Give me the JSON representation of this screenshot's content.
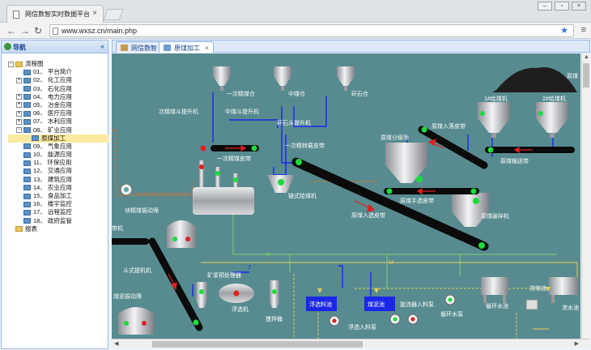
{
  "browser": {
    "tab_title": "网信数智实时数据平台",
    "url": "www.wxsz.cn/main.php"
  },
  "sidebar": {
    "title": "导航",
    "collapse": "«",
    "root": "流程图",
    "items": [
      {
        "label": "01、 平台简介",
        "exp": ""
      },
      {
        "label": "02、 化工应用",
        "exp": "+"
      },
      {
        "label": "03、 石化应用",
        "exp": ""
      },
      {
        "label": "04、 电力应用",
        "exp": "+"
      },
      {
        "label": "05、 冶金应用",
        "exp": "+"
      },
      {
        "label": "06、 医疗应用",
        "exp": "+"
      },
      {
        "label": "07、 水利应用",
        "exp": "+"
      },
      {
        "label": "08、 矿业应用",
        "exp": "-"
      },
      {
        "label": "原煤加工",
        "exp": "",
        "sub": true,
        "selected": true
      },
      {
        "label": "09、 气象应用",
        "exp": ""
      },
      {
        "label": "10、 能源应用",
        "exp": ""
      },
      {
        "label": "11、 环保应用",
        "exp": ""
      },
      {
        "label": "12、 交通应用",
        "exp": ""
      },
      {
        "label": "13、 建筑应用",
        "exp": ""
      },
      {
        "label": "14、 农业应用",
        "exp": ""
      },
      {
        "label": "15、 食品加工",
        "exp": ""
      },
      {
        "label": "16、 楼宇监控",
        "exp": ""
      },
      {
        "label": "17、 远程监控",
        "exp": ""
      },
      {
        "label": "18、 政府监管",
        "exp": ""
      }
    ],
    "report": "报表"
  },
  "main_tabs": [
    {
      "label": "网信数智",
      "active": false
    },
    {
      "label": "原煤加工",
      "active": true
    }
  ],
  "scada": {
    "labels": {
      "coal_pile": "原煤",
      "feeder1": "1#给煤机",
      "feeder2": "2#给煤机",
      "raw_belt_in": "原煤入落皮带",
      "raw_silo": "原煤分级筛",
      "raw_feed_belt": "原煤输送带",
      "hand_select_belt": "原煤手选皮带",
      "raw_crusher": "原煤破碎机",
      "raw_wash_belt": "原煤入选皮带",
      "fine_coal_bin": "一次精煤仓",
      "mid_coal_bin": "中煤仓",
      "gangue_bin": "矸石仓",
      "fine_coal_elevator": "次精煤斗提升机",
      "mid_coal_elevator": "中煤斗提升机",
      "gangue_elevator": "矸石斗提升机",
      "fine_belt": "一次精煤皮带",
      "fine_convert_belt": "一次精转载皮带",
      "chain_coal_machine": "链式给煤机",
      "fine_vibrate": "块精煤振动筛",
      "belt_machine": "带机",
      "bucket_elevator": "斗式提机机",
      "slime_vibrate": "煤泥振动筛",
      "pulp_processor": "矿浆预处理器",
      "flotation": "浮选机",
      "stir_tank": "搅拌桶",
      "flotation_pool": "浮选料池",
      "slime_pool": "煤泥池",
      "flotation_pump": "浮选入料泵",
      "cyclone_pump": "旋流器入料泵",
      "circ_pump": "循环水泵",
      "circ_pool": "循环水池",
      "thickener": "浓缩池",
      "pool2": "浓水池",
      "marker_h": "H",
      "marker_m": "M",
      "marker_j": "J"
    },
    "colors": {
      "background": "#578b90",
      "belt": "#0b0b0b",
      "pipe_blue": "#1b27e8",
      "pipe_orange": "#d4752a",
      "pipe_green": "#7fd06a",
      "pipe_yellow": "#e4cf55",
      "indicator_green": "#1bdc3b",
      "indicator_red": "#e02020",
      "tank": "#c8cbd0"
    }
  }
}
